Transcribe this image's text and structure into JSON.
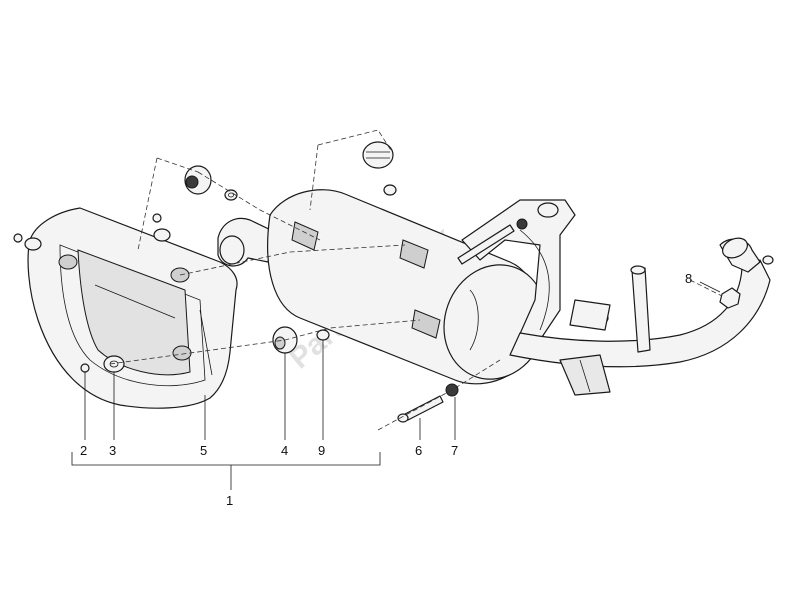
{
  "watermark": "PartsRepublik",
  "callouts": [
    {
      "id": "1",
      "label": "1"
    },
    {
      "id": "2",
      "label": "2"
    },
    {
      "id": "3",
      "label": "3"
    },
    {
      "id": "4",
      "label": "4"
    },
    {
      "id": "5",
      "label": "5"
    },
    {
      "id": "6",
      "label": "6"
    },
    {
      "id": "7",
      "label": "7"
    },
    {
      "id": "8",
      "label": "8"
    },
    {
      "id": "9",
      "label": "9"
    }
  ]
}
